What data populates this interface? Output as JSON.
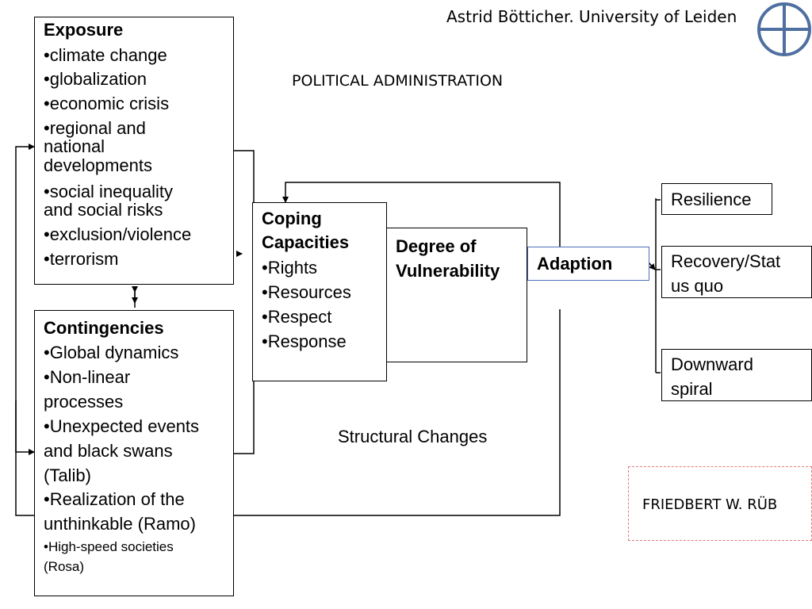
{
  "header": {
    "author": "Astrid Bötticher. University of Leiden",
    "political": "POLITICAL ADMINISTRATION",
    "structural": "Structural Changes",
    "credit": "FRIEDBERT W. RÜB"
  },
  "exposure": {
    "title": "Exposure",
    "items": [
      "•climate change",
      "•globalization",
      "•economic crisis",
      "•regional and",
      "national",
      "developments",
      "•social inequality",
      "and social risks",
      "•exclusion/violence",
      "•terrorism"
    ]
  },
  "contingencies": {
    "title": "Contingencies",
    "items": [
      "•Global dynamics",
      "•Non-linear",
      "processes",
      "•Unexpected events",
      "and black swans",
      "(Talib)",
      "•Realization of the",
      "unthinkable (Ramo)"
    ],
    "small_items": [
      "•High-speed societies",
      "(Rosa)"
    ]
  },
  "coping": {
    "title_line1": "Coping",
    "title_line2": "Capacities",
    "items": [
      "•Rights",
      "•Resources",
      "•Respect",
      "•Response"
    ]
  },
  "vulnerability": {
    "line1": "Degree of",
    "line2": "Vulnerability"
  },
  "adaption": {
    "label": "Adaption"
  },
  "outcomes": {
    "resilience": "Resilience",
    "recovery_line1": "Recovery/Stat",
    "recovery_line2": "us quo",
    "downward_line1": "Downward",
    "downward_line2": "spiral"
  },
  "colors": {
    "logo": "#4f6fa0",
    "adaption_border": "#4a72b8",
    "credit_border": "#e07b7b"
  },
  "icons": {
    "logo": "circle-cross-logo"
  }
}
